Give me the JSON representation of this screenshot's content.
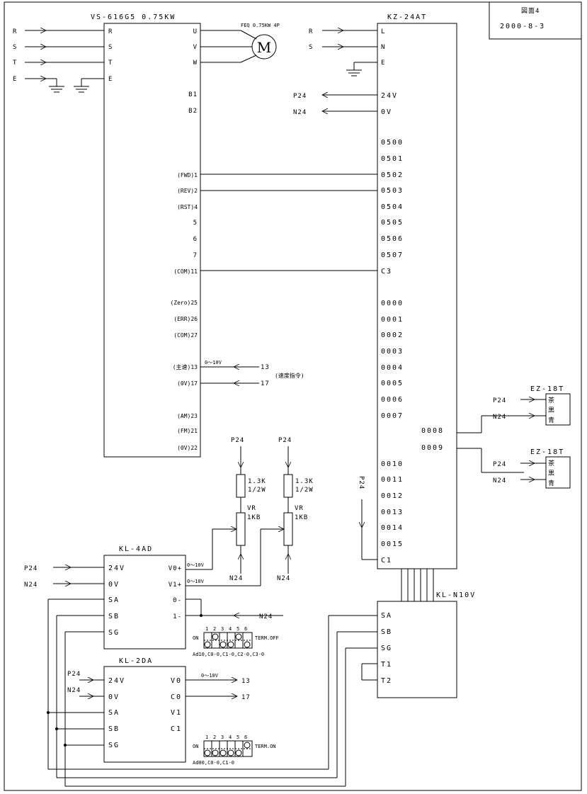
{
  "title_block": {
    "figure_label": "図面4",
    "date": "2000-8-3"
  },
  "inverter": {
    "model": "VS-616G5 0.75KW",
    "motor_label": "FEQ 0.75KW 4P",
    "motor_symbol": "M",
    "power_inputs": [
      "R",
      "S",
      "T",
      "E"
    ],
    "left_terminals": [
      "R",
      "S",
      "T",
      "E"
    ],
    "right_terminals": [
      "U",
      "V",
      "W",
      "B1",
      "B2",
      "(FWD)1",
      "(REV)2",
      "(RST)4",
      "5",
      "6",
      "7",
      "(COM)11",
      "(Zero)25",
      "(ERR)26",
      "(COM)27",
      "(主速)13",
      "(0V)17",
      "(AM)23",
      "(FM)21",
      "(0V)22"
    ],
    "analog_range": "0〜10V",
    "speed_command_label": "(速度指令)",
    "speed_ref_refs": [
      "13",
      "17"
    ]
  },
  "plc": {
    "model": "KZ-24AT",
    "power_inputs": [
      "R",
      "S"
    ],
    "supply_labels": [
      "P24",
      "N24"
    ],
    "terminals_upper": [
      "L",
      "N",
      "E",
      "24V",
      "0V",
      "0500",
      "0501",
      "0502",
      "0503",
      "0504",
      "0505",
      "0506",
      "0507",
      "C3"
    ],
    "terminals_lower": [
      "0000",
      "0001",
      "0002",
      "0003",
      "0004",
      "0005",
      "0006",
      "0007",
      "0010",
      "0011",
      "0012",
      "0013",
      "0014",
      "0015",
      "C1"
    ],
    "output_terminals": [
      "0008",
      "0009"
    ],
    "p24_vertical": "P24"
  },
  "tower_lamps": [
    {
      "model": "EZ-18T",
      "colors": [
        "茶",
        "黒",
        "青"
      ],
      "supply": [
        "P24",
        "N24"
      ]
    },
    {
      "model": "EZ-18T",
      "colors": [
        "茶",
        "黒",
        "青"
      ],
      "supply": [
        "P24",
        "N24"
      ]
    }
  ],
  "resistors": [
    {
      "supply": "P24",
      "value": "1.3K",
      "rating": "1/2W",
      "vr_name": "VR",
      "vr_value": "1KB",
      "ground": "N24"
    },
    {
      "supply": "P24",
      "value": "1.3K",
      "rating": "1/2W",
      "vr_name": "VR",
      "vr_value": "1KB",
      "ground": "N24"
    }
  ],
  "kl_4ad": {
    "model": "KL-4AD",
    "left_terminals": [
      "24V",
      "0V",
      "SA",
      "SB",
      "SG"
    ],
    "right_terminals": [
      "V0+",
      "V1+",
      "0-",
      "1-"
    ],
    "supply_labels": [
      "P24",
      "N24"
    ],
    "range_labels": [
      "0〜10V",
      "0〜10V"
    ],
    "n24_label": "N24",
    "dip_on": "ON",
    "dip_numbers": [
      "1",
      "2",
      "3",
      "4",
      "5",
      "6"
    ],
    "dip_state": "TERM.OFF",
    "dip_setting": "Ad10,C0-0,C1-0,C2-0,C3-0"
  },
  "kl_2da": {
    "model": "KL-2DA",
    "left_terminals": [
      "24V",
      "0V",
      "SA",
      "SB",
      "SG"
    ],
    "right_terminals": [
      "V0",
      "C0",
      "V1",
      "C1"
    ],
    "supply_labels": [
      "P24",
      "N24"
    ],
    "range_label": "0〜10V",
    "out_refs": [
      "13",
      "17"
    ],
    "dip_on": "ON",
    "dip_numbers": [
      "1",
      "2",
      "3",
      "4",
      "5",
      "6"
    ],
    "dip_state": "TERM.ON",
    "dip_setting": "Ad00,C0-0,C1-0"
  },
  "kl_n10v": {
    "model": "KL-N10V",
    "terminals": [
      "SA",
      "SB",
      "SG",
      "T1",
      "T2"
    ]
  }
}
